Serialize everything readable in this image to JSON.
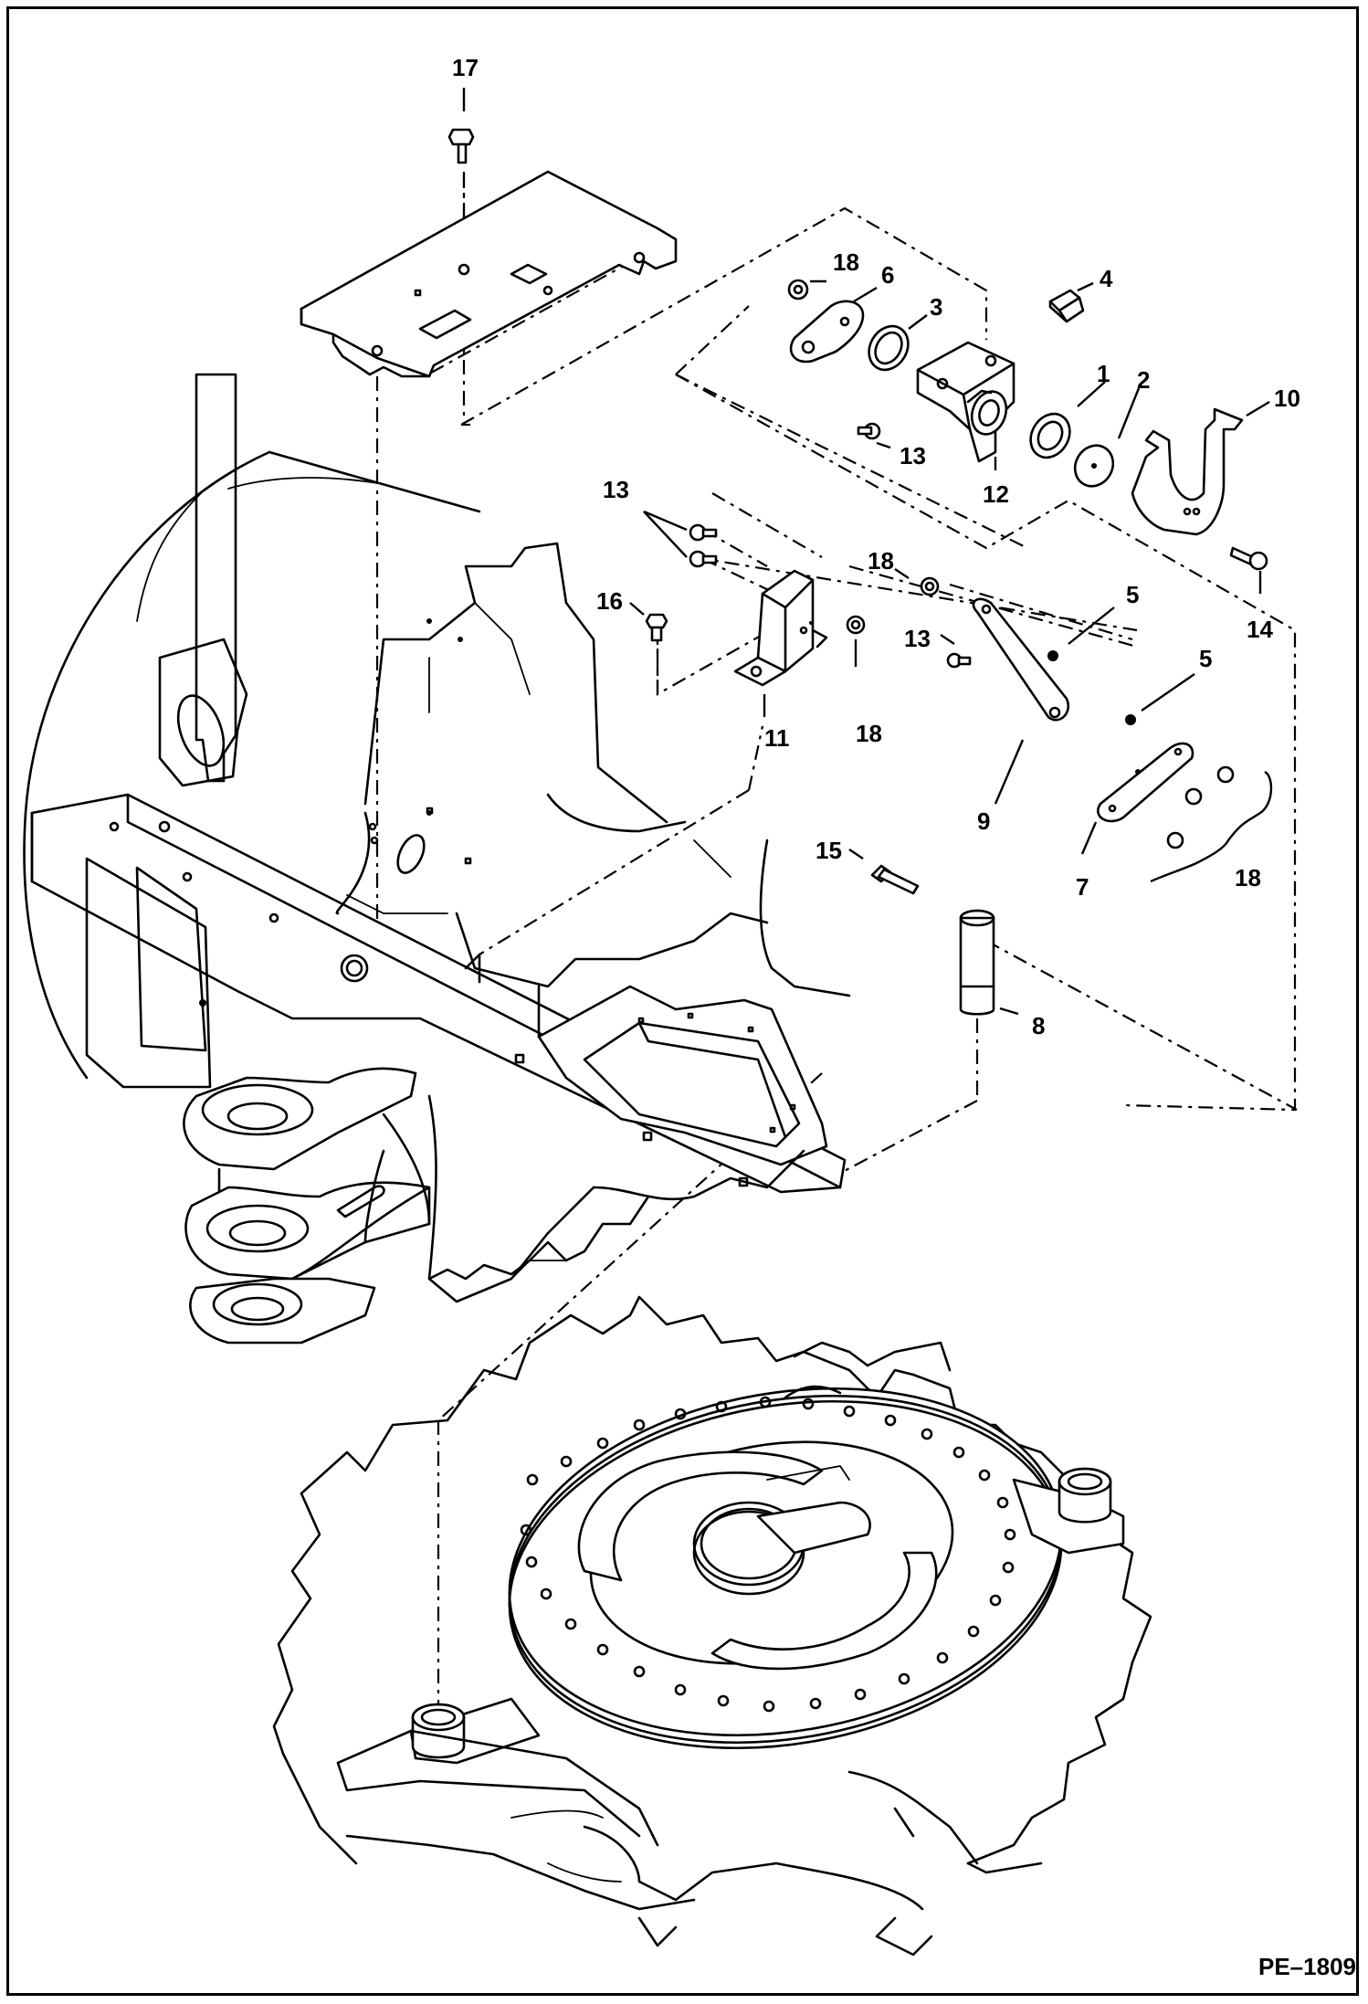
{
  "diagram": {
    "document_id": "PE–1809",
    "callouts": [
      {
        "id": "c17",
        "text": "17"
      },
      {
        "id": "c18a",
        "text": "18"
      },
      {
        "id": "c6",
        "text": "6"
      },
      {
        "id": "c3",
        "text": "3"
      },
      {
        "id": "c4",
        "text": "4"
      },
      {
        "id": "c1",
        "text": "1"
      },
      {
        "id": "c2",
        "text": "2"
      },
      {
        "id": "c10",
        "text": "10"
      },
      {
        "id": "c13a",
        "text": "13"
      },
      {
        "id": "c12",
        "text": "12"
      },
      {
        "id": "c13b",
        "text": "13"
      },
      {
        "id": "c14",
        "text": "14"
      },
      {
        "id": "c18b",
        "text": "18"
      },
      {
        "id": "c5a",
        "text": "5"
      },
      {
        "id": "c16",
        "text": "16"
      },
      {
        "id": "c13c",
        "text": "13"
      },
      {
        "id": "c5b",
        "text": "5"
      },
      {
        "id": "c11",
        "text": "11"
      },
      {
        "id": "c18c",
        "text": "18"
      },
      {
        "id": "c9",
        "text": "9"
      },
      {
        "id": "c7",
        "text": "7"
      },
      {
        "id": "c18d",
        "text": "18"
      },
      {
        "id": "c15",
        "text": "15"
      },
      {
        "id": "c8",
        "text": "8"
      }
    ]
  }
}
